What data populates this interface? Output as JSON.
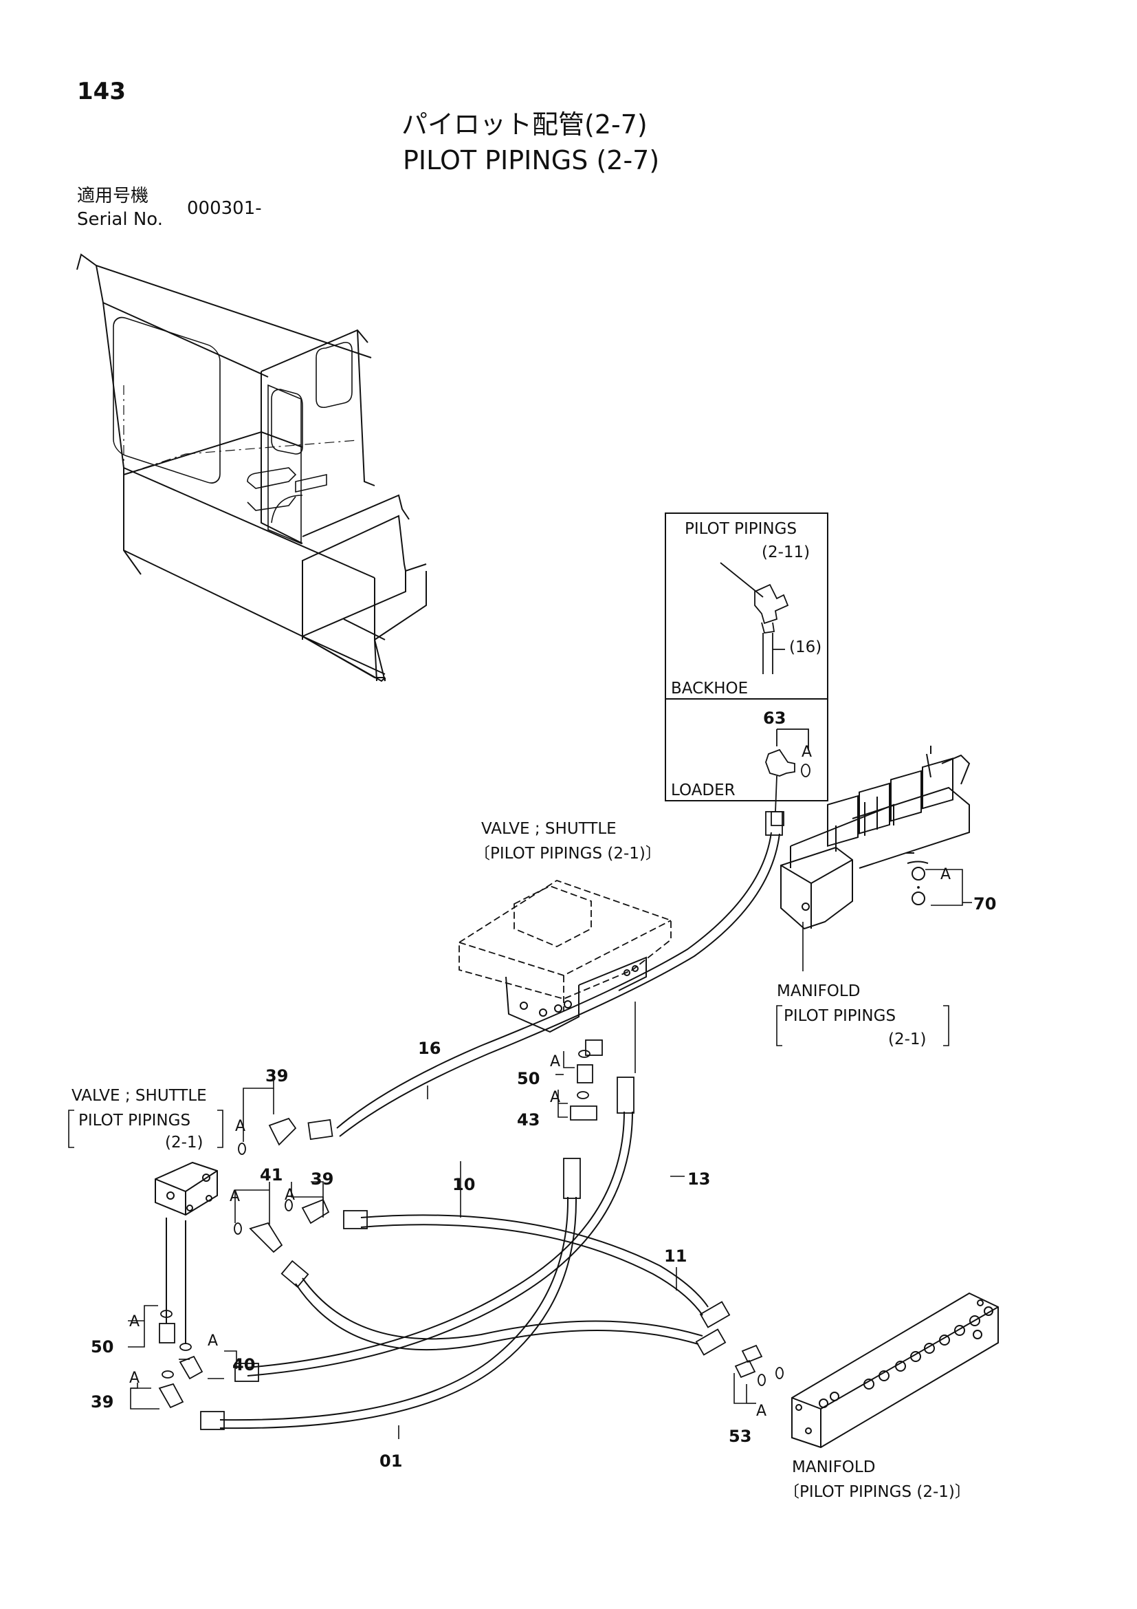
{
  "page": {
    "page_number": "143",
    "title_jp": "パイロット配管(2-7)",
    "title_en": "PILOT PIPINGS (2-7)",
    "serial_label_jp": "適用号機",
    "serial_label_en": "Serial No.",
    "serial_value": "000301-"
  },
  "inset": {
    "top_title": "PILOT PIPINGS",
    "top_ref": "(2-11)",
    "hose_ref": "(16)",
    "top_variant": "BACKHOE",
    "bottom_variant": "LOADER",
    "part_63": "63"
  },
  "labels": {
    "A": "A",
    "p16": "16",
    "p39": "39",
    "p41": "41",
    "p10": "10",
    "p13": "13",
    "p11": "11",
    "p50": "50",
    "p43": "43",
    "p40": "40",
    "p53": "53",
    "p01": "01",
    "p70": "70",
    "vs_right_l1": "VALVE ; SHUTTLE",
    "vs_right_l2": "〔PILOT PIPINGS (2-1)〕",
    "vs_left_l1": "VALVE ; SHUTTLE",
    "vs_left_l2": "PILOT PIPINGS",
    "vs_left_l3": "(2-1)",
    "mf_top_l1": "MANIFOLD",
    "mf_top_l2": "PILOT PIPINGS",
    "mf_top_l3": "(2-1)",
    "mf_bot_l1": "MANIFOLD",
    "mf_bot_l2": "〔PILOT PIPINGS (2-1)〕"
  }
}
